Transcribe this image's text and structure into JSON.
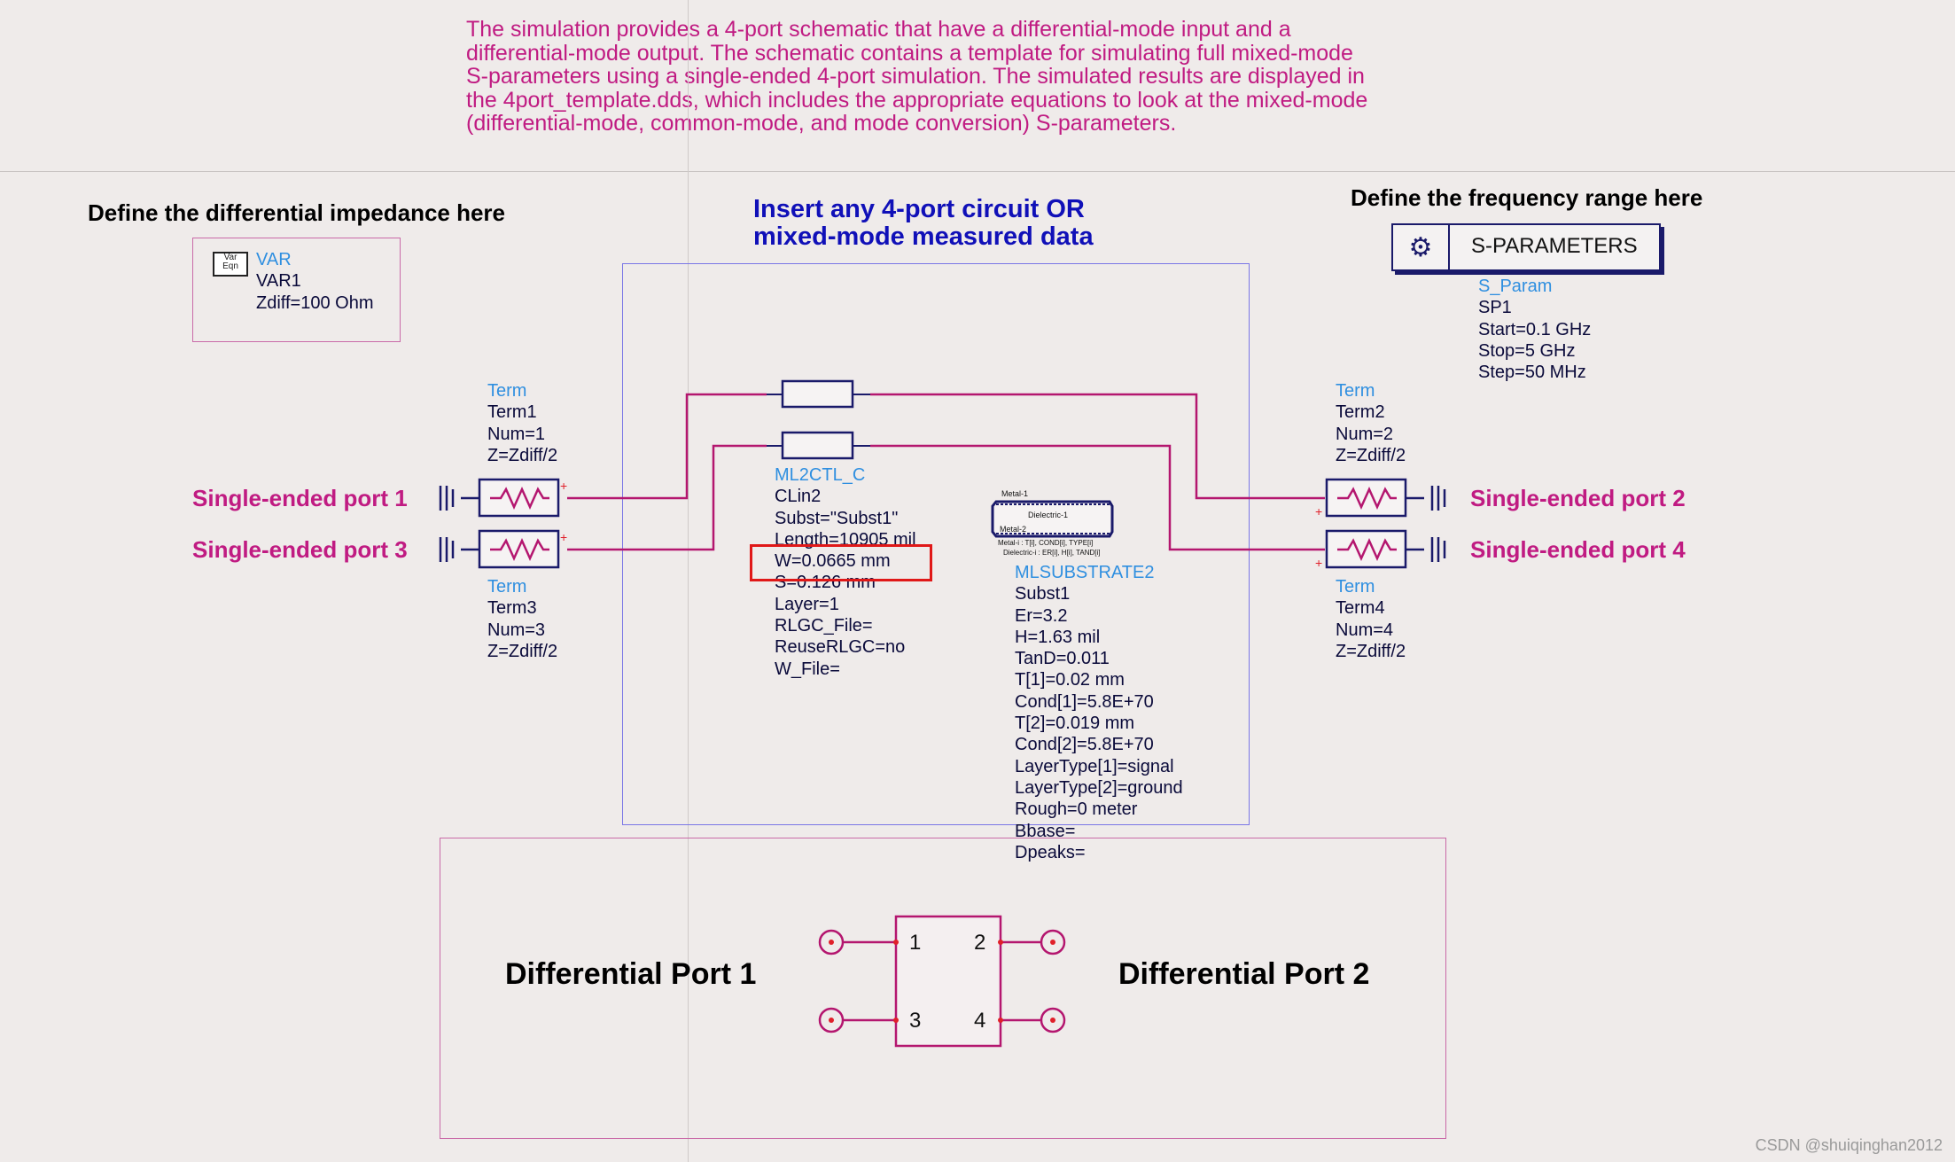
{
  "description": {
    "lines": [
      "The simulation provides a 4-port schematic that have a differential-mode input and a",
      "differential-mode output.  The schematic contains a template for simulating full mixed-mode",
      "S-parameters using a single-ended 4-port simulation.  The simulated results are displayed in",
      "the 4port_template.dds, which includes the appropriate equations to look at the mixed-mode",
      "(differential-mode, common-mode, and mode conversion) S-parameters."
    ]
  },
  "headers": {
    "impedance": "Define the differential impedance here",
    "insert_line1": "Insert any 4-port circuit OR",
    "insert_line2": "mixed-mode measured data",
    "frequency": "Define the frequency range here"
  },
  "var_block": {
    "icon_top": "Var",
    "icon_bottom": "Eqn",
    "type": "VAR",
    "name": "VAR1",
    "param": "Zdiff=100 Ohm"
  },
  "sparam": {
    "label": "S-PARAMETERS",
    "type": "S_Param",
    "name": "SP1",
    "start": "Start=0.1 GHz",
    "stop": "Stop=5 GHz",
    "step": "Step=50 MHz"
  },
  "terms": [
    {
      "type": "Term",
      "name": "Term1",
      "num": "Num=1",
      "z": "Z=Zdiff/2"
    },
    {
      "type": "Term",
      "name": "Term3",
      "num": "Num=3",
      "z": "Z=Zdiff/2"
    },
    {
      "type": "Term",
      "name": "Term2",
      "num": "Num=2",
      "z": "Z=Zdiff/2"
    },
    {
      "type": "Term",
      "name": "Term4",
      "num": "Num=4",
      "z": "Z=Zdiff/2"
    }
  ],
  "ports": {
    "p1": "Single-ended port 1",
    "p3": "Single-ended port 3",
    "p2": "Single-ended port 2",
    "p4": "Single-ended port 4"
  },
  "clin": {
    "type": "ML2CTL_C",
    "name": "CLin2",
    "subst": "Subst=\"Subst1\"",
    "length": "Length=10905 mil",
    "w": "W=0.0665 mm",
    "s": "S=0.126 mm",
    "layer": "Layer=1",
    "rlgc": "RLGC_File=",
    "reuse": "ReuseRLGC=no",
    "wfile": "W_File="
  },
  "substrate": {
    "metal1": "Metal-1",
    "dielectric": "Dielectric-1",
    "metal2": "Metal-2",
    "legend1": "Metal-i :    T[i], COND[i], TYPE[i]",
    "legend2": "Dielectric-i : ER[i], H[i], TAND[i]",
    "type": "MLSUBSTRATE2",
    "params": [
      "Subst1",
      "Er=3.2",
      "H=1.63 mil",
      "TanD=0.011",
      "T[1]=0.02 mm",
      "Cond[1]=5.8E+70",
      "T[2]=0.019 mm",
      "Cond[2]=5.8E+70",
      "LayerType[1]=signal",
      "LayerType[2]=ground",
      "Rough=0 meter",
      "Bbase=",
      "Dpeaks="
    ]
  },
  "diff": {
    "port1": "Differential Port 1",
    "port2": "Differential Port 2",
    "pins": [
      "1",
      "2",
      "3",
      "4"
    ]
  },
  "watermark": "CSDN @shuiqinghan2012",
  "colors": {
    "background": "#efebea",
    "pink": "#c01b82",
    "wire": "#b4166f",
    "blue_header": "#1010b8",
    "cyan_text": "#2f8fe0",
    "highlight": "#e01818"
  }
}
